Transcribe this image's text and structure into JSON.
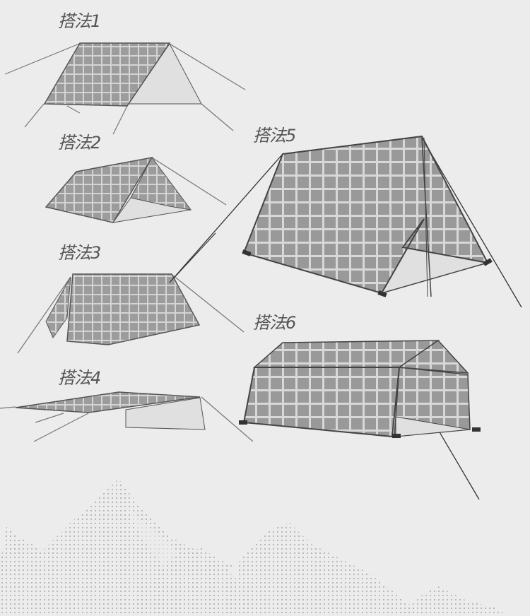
{
  "colors": {
    "background": "#ececec",
    "tarp_fill": "#9a9a9a",
    "grid_line": "#d6d6d6",
    "inner_fill": "#e0e0e0",
    "outline": "#444444",
    "guy_line": "#777777",
    "mountain_dot": "#b5b5b5"
  },
  "setups": [
    {
      "id": 1,
      "label": "搭法1"
    },
    {
      "id": 2,
      "label": "搭法2"
    },
    {
      "id": 3,
      "label": "搭法3"
    },
    {
      "id": 4,
      "label": "搭法4"
    },
    {
      "id": 5,
      "label": "搭法5"
    },
    {
      "id": 6,
      "label": "搭法6"
    }
  ]
}
